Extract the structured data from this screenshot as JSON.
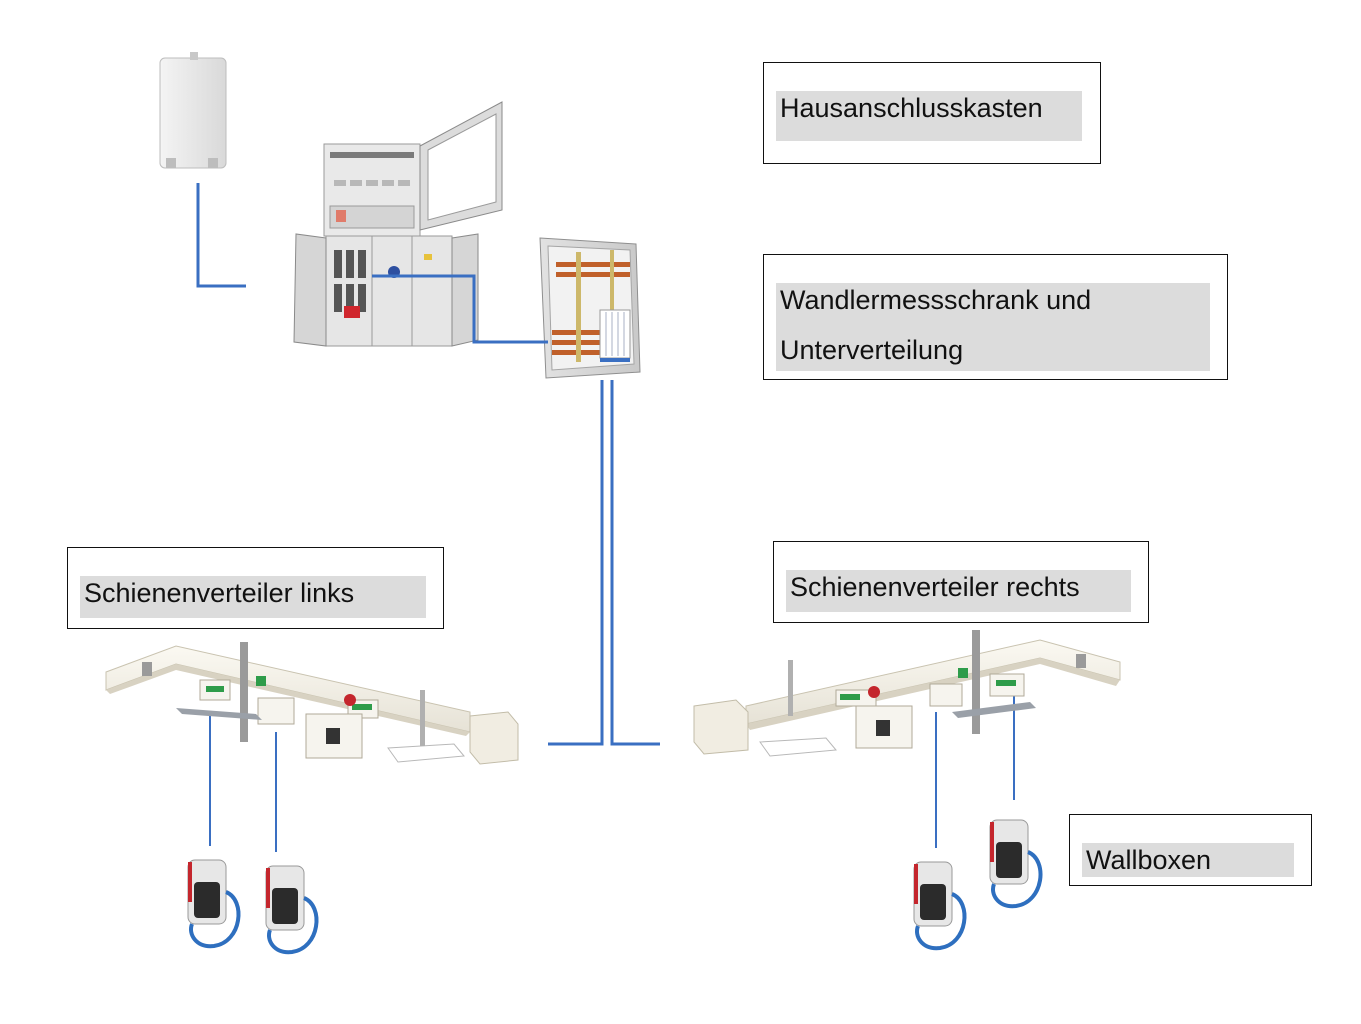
{
  "labels": {
    "hak": "Hausanschlusskasten",
    "wandler_line1": "Wandlermessschrank und",
    "wandler_line2": "Unterverteilung",
    "schiene_links": "Schienenverteiler links",
    "schiene_rechts": "Schienenverteiler rechts",
    "wallboxen": "Wallboxen"
  },
  "colors": {
    "cable": "#3a6fc2",
    "label_highlight": "#dcdcdc",
    "busbar_copper": "#c0602a",
    "enclosure": "#ececec",
    "wallbox_cable": "#2e6fbf"
  },
  "components": {
    "hak_icon": "house-connection-box",
    "meter_cabinet_icon": "transformer-meter-cabinet",
    "subdistribution_icon": "subdistribution-board",
    "busbar_left_icon": "busway-trunking",
    "busbar_right_icon": "busway-trunking",
    "wallbox_icon": "ev-charger"
  }
}
